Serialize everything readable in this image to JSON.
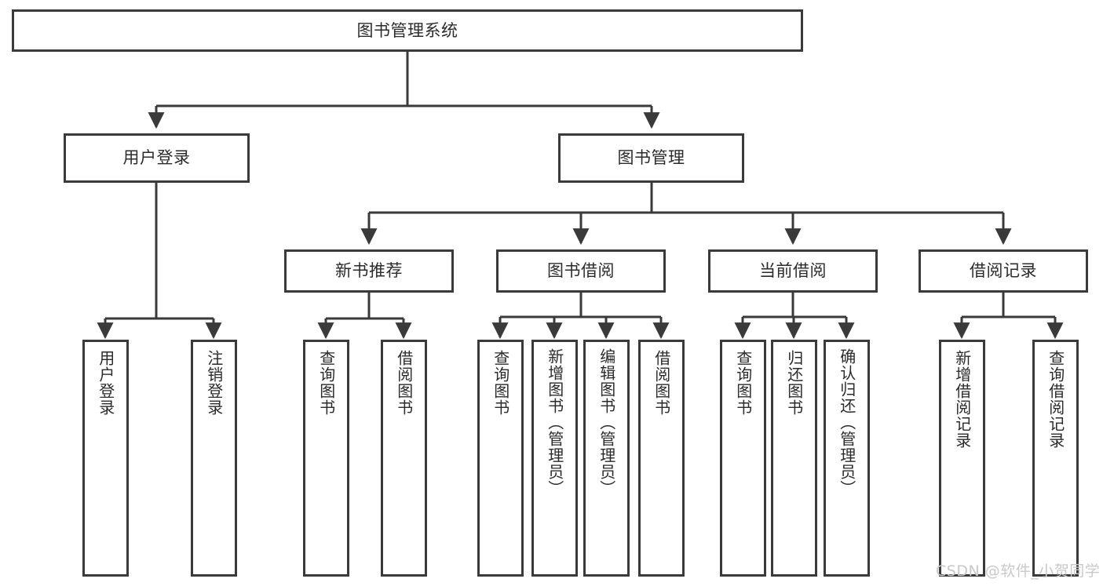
{
  "diagram": {
    "title": "图书管理系统",
    "type": "tree-structure-chart",
    "root": {
      "label": "图书管理系统"
    },
    "level2": [
      {
        "label": "用户登录"
      },
      {
        "label": "图书管理"
      }
    ],
    "level3": [
      {
        "label": "新书推荐"
      },
      {
        "label": "图书借阅"
      },
      {
        "label": "当前借阅"
      },
      {
        "label": "借阅记录"
      }
    ],
    "leaves": {
      "user_login": [
        {
          "label": "用户登录"
        },
        {
          "label": "注销登录"
        }
      ],
      "new_book_recommend": [
        {
          "label": "查询图书"
        },
        {
          "label": "借阅图书"
        }
      ],
      "book_borrow": [
        {
          "label": "查询图书"
        },
        {
          "label": "新增图书（管理员）"
        },
        {
          "label": "编辑图书（管理员）"
        },
        {
          "label": "借阅图书"
        }
      ],
      "current_borrow": [
        {
          "label": "查询图书"
        },
        {
          "label": "归还图书"
        },
        {
          "label": "确认归还（管理员）"
        }
      ],
      "borrow_record": [
        {
          "label": "新增借阅记录"
        },
        {
          "label": "查询借阅记录"
        }
      ]
    }
  },
  "watermark": {
    "text": "CSDN @软件_小贺同学"
  },
  "colors": {
    "stroke": "#3a3a3a",
    "box_fill": "#ffffff",
    "text": "#2b2b2b",
    "watermark": "#c9c9c9",
    "background": "#ffffff"
  }
}
